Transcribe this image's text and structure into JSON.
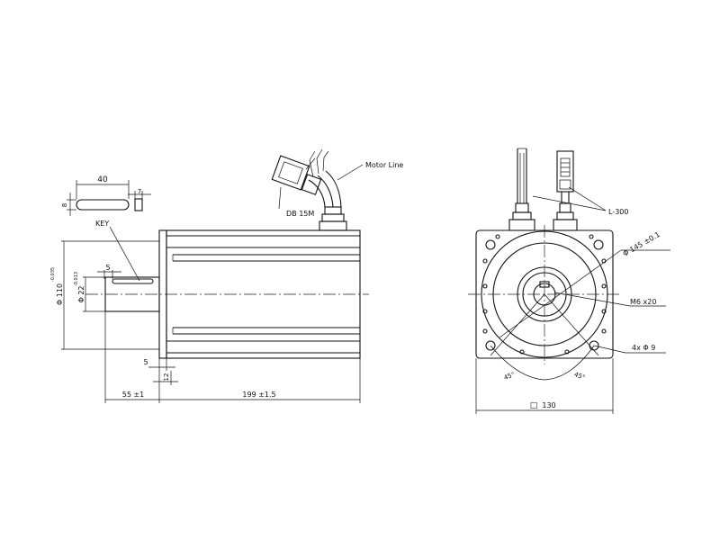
{
  "labels": {
    "key_length": "40",
    "key_height": "8",
    "key_width": "7",
    "key": "KEY",
    "key_offset": "5",
    "flange_dia": "Φ 110",
    "flange_tol": "-0.035",
    "shaft_dia": "Φ 22",
    "shaft_tol": "-0.013",
    "flange_thickness": "5",
    "rabbet": "12",
    "shaft_length": "55 ±1",
    "body_length": "199 ±1.5",
    "connector": "DB 15M",
    "motor_line": "Motor Line",
    "cable_length": "L-300",
    "pcd": "Φ 145 ±0.1",
    "thread": "M6 x20",
    "holes": "4x Φ 9",
    "angle_left": "45°",
    "angle_right": "45°",
    "square_symbol": "□",
    "square_size": "130"
  }
}
